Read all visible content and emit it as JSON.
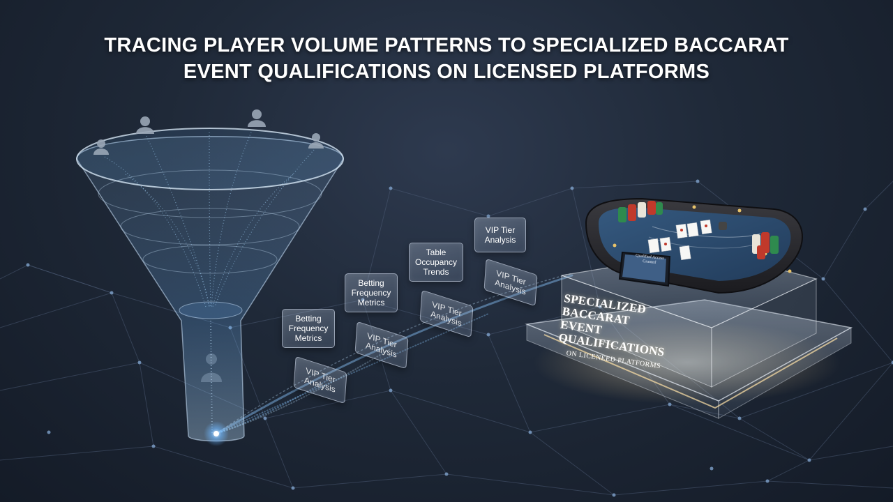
{
  "title": {
    "line1": "TRACING PLAYER VOLUME PATTERNS TO SPECIALIZED BACCARAT",
    "line2": "EVENT QUALIFICATIONS ON LICENSED PLATFORMS"
  },
  "cards": [
    {
      "label": "VIP Tier\nAnalysis"
    },
    {
      "label": "Table\nOccupancy\nTrends"
    },
    {
      "label": "Betting\nFrequency\nMetrics"
    },
    {
      "label": "Betting\nFrequency\nMetrics"
    },
    {
      "label": "VIP Tier\nAnalysis"
    },
    {
      "label": "VIP Tier\nAnalysis"
    },
    {
      "label": "VIP Tier\nAnalysis"
    },
    {
      "label": "VIP Tier\nAnalysis"
    }
  ],
  "platform": {
    "line1": "SPECIALIZED BACCARAT",
    "line2": "EVENT QUALIFICATIONS",
    "line3": "ON LICENEED PLATFORMS"
  },
  "monitor": {
    "text": "Qualified Access\nGranted"
  },
  "icons": [
    "user-icon",
    "user-icon",
    "user-icon",
    "user-icon"
  ],
  "colors": {
    "background": "#1f2938",
    "funnel_glow": "#6fb8ff",
    "table_felt": "#2d4e73",
    "platform_glow": "#ffe2a8"
  }
}
